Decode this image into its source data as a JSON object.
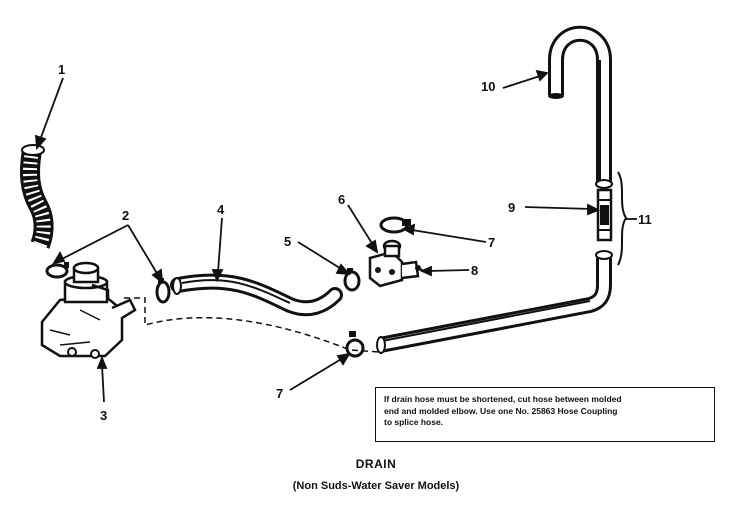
{
  "callouts": {
    "c1": "1",
    "c2": "2",
    "c3": "3",
    "c4": "4",
    "c5": "5",
    "c6": "6",
    "c7a": "7",
    "c7b": "7",
    "c8": "8",
    "c9": "9",
    "c10": "10",
    "c11": "11"
  },
  "note": {
    "line1": "If drain hose must be shortened, cut hose between molded",
    "line2": "end and molded elbow. Use one No. 25863 Hose Coupling",
    "line3": "to splice hose."
  },
  "caption": {
    "title": "DRAIN",
    "subtitle": "(Non Suds-Water Saver Models)"
  }
}
